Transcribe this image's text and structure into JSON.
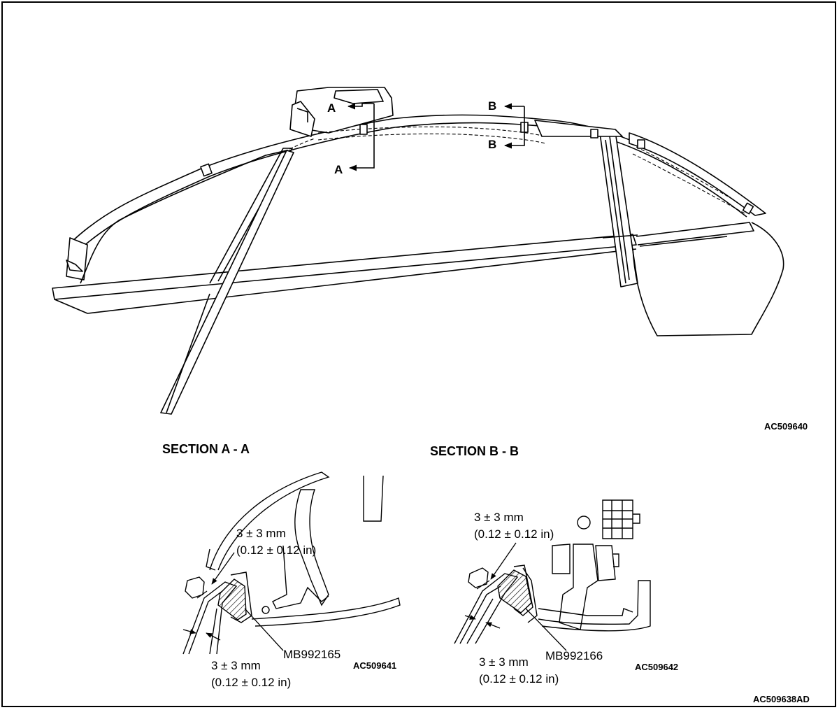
{
  "main_view": {
    "marker_a": "A",
    "marker_b": "B",
    "code": "AC509640"
  },
  "section_a": {
    "title": "SECTION A - A",
    "dim_top": "3 ± 3 mm",
    "dim_top_in": "(0.12 ± 0.12 in)",
    "dim_bottom": "3 ± 3 mm",
    "dim_bottom_in": "(0.12 ± 0.12 in)",
    "tool": "MB992165",
    "code": "AC509641"
  },
  "section_b": {
    "title": "SECTION B - B",
    "dim_top": "3 ± 3 mm",
    "dim_top_in": "(0.12 ± 0.12 in)",
    "dim_bottom": "3 ± 3 mm",
    "dim_bottom_in": "(0.12 ± 0.12 in)",
    "tool": "MB992166",
    "code": "AC509642"
  },
  "figure_code": "AC509638AD"
}
